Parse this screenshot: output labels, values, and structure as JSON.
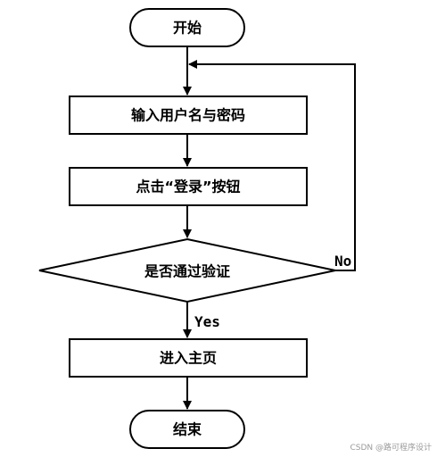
{
  "flowchart": {
    "start_label": "开始",
    "input_label": "输入用户名与密码",
    "click_label": "点击“登录”按钮",
    "decision_label": "是否通过验证",
    "enter_label": "进入主页",
    "end_label": "结束",
    "no_label": "No",
    "yes_label": "Yes"
  },
  "watermark": "CSDN @路可程序设计",
  "colors": {
    "stroke": "#000000",
    "fill": "#ffffff"
  }
}
